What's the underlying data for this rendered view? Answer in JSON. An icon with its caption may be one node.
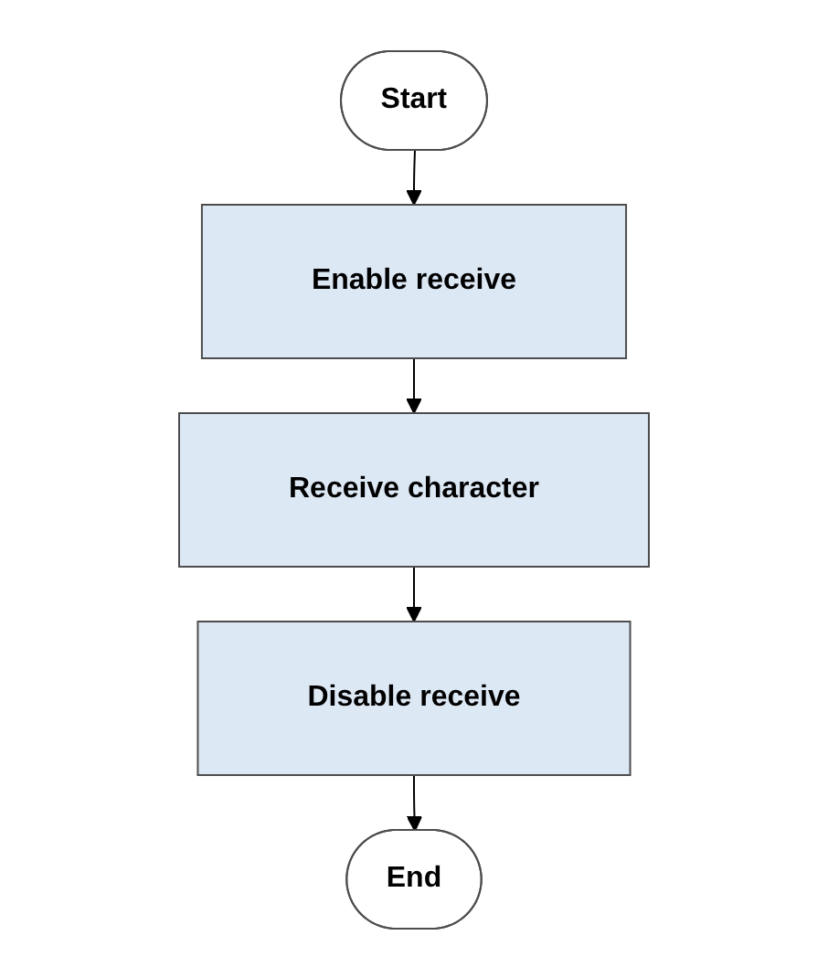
{
  "diagram": {
    "nodes": [
      {
        "text": [
          "Start"
        ]
      },
      {
        "text": [
          "Enable receive"
        ]
      },
      {
        "text": [
          "Receive character"
        ]
      },
      {
        "text": [
          "Disable receive"
        ]
      },
      {
        "text": [
          "End"
        ]
      }
    ],
    "edges": [
      {
        "from": 0,
        "to": 1,
        "arrow": "to"
      },
      {
        "from": 1,
        "to": 2,
        "arrow": "to"
      },
      {
        "from": 2,
        "to": 3,
        "arrow": "to"
      },
      {
        "from": 3,
        "to": 4,
        "arrow": "to"
      }
    ]
  }
}
